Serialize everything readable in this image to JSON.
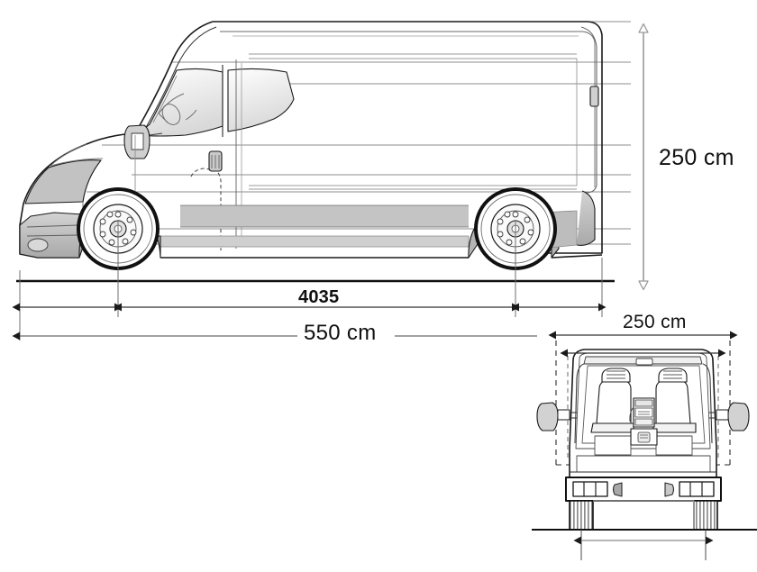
{
  "drawing": {
    "title": "Van dimensional drawing",
    "background_color": "#ffffff",
    "line_color": "#1a1a1a",
    "dim_line_color": "#555555",
    "shade_color": "#b9b9b9",
    "views": [
      {
        "name": "side-view",
        "label": "side elevation"
      },
      {
        "name": "front-view",
        "label": "front elevation"
      }
    ]
  },
  "dimensions": {
    "height": {
      "value": "250 cm",
      "orientation": "vertical",
      "view": "side-view"
    },
    "wheelbase": {
      "value": "4035",
      "orientation": "horizontal",
      "view": "side-view",
      "bold": true
    },
    "length": {
      "value": "550 cm",
      "orientation": "horizontal",
      "view": "side-view"
    },
    "width": {
      "value": "250 cm",
      "orientation": "horizontal",
      "view": "front-view"
    },
    "track": {
      "value": "",
      "orientation": "horizontal",
      "view": "front-view"
    }
  }
}
